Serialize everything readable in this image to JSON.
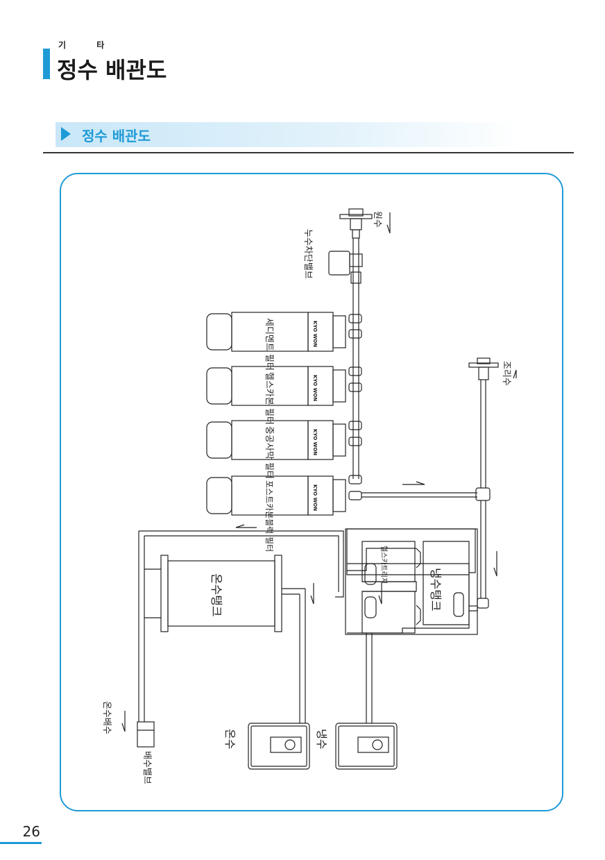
{
  "header": {
    "category": "기 타",
    "title": "정수 배관도"
  },
  "section": {
    "title": "정수 배관도"
  },
  "diagram": {
    "labels": {
      "raw_water": "원수",
      "leak_valve": "누수차단밸브",
      "cook_water": "조리수",
      "hot_tank": "온수탱크",
      "cold_tank": "냉수탱크",
      "health_cartridge": "헬스카트리지",
      "hot_drain": "온수배수",
      "drain_valve": "배수밸브",
      "hot_outlet": "온수",
      "cold_outlet": "냉수"
    },
    "filters": [
      {
        "brand": "KYO WON",
        "name": "세디멘트 필터"
      },
      {
        "brand": "KYO WON",
        "name": "헬스카본 필터"
      },
      {
        "brand": "KYO WON",
        "name": "중공사막 필터"
      },
      {
        "brand": "KYO WON",
        "name": "포스트카본블럭 필터"
      }
    ]
  },
  "footer": {
    "page": "26"
  },
  "colors": {
    "accent": "#1e9ad6",
    "line": "#222222"
  }
}
